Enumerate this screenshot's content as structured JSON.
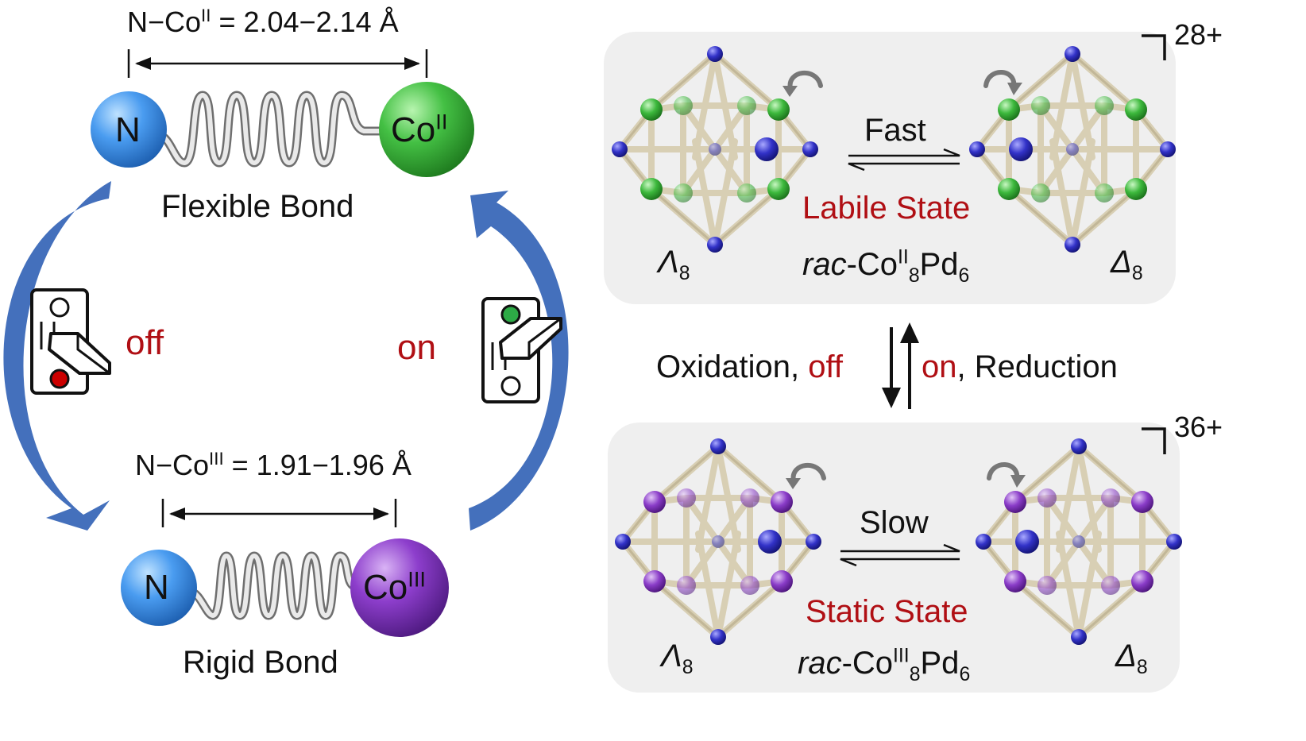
{
  "bond_top": {
    "distance_label": "N−Co",
    "distance_ox": "II",
    "distance_value": " = 2.04−2.14 Å",
    "atom_left": "N",
    "atom_right": "Co",
    "atom_right_ox": "II",
    "caption": "Flexible Bond",
    "colors": {
      "n": "#3d8fe0",
      "co": "#3cb83c"
    }
  },
  "bond_bottom": {
    "distance_label": "N−Co",
    "distance_ox": "III",
    "distance_value": " = 1.91−1.96 Å",
    "atom_left": "N",
    "atom_right": "Co",
    "atom_right_ox": "III",
    "caption": "Rigid Bond",
    "colors": {
      "n": "#3d8fe0",
      "co": "#8a3cc8"
    }
  },
  "switches": {
    "off_label": "off",
    "on_label": "on"
  },
  "panel_top": {
    "charge": "28+",
    "rate_label": "Fast",
    "state_label": "Labile State",
    "left_isomer": "Λ",
    "left_isomer_sub": "8",
    "right_isomer": "Δ",
    "right_isomer_sub": "8",
    "formula_prefix": "rac",
    "formula_metal": "-Co",
    "formula_ox": "II",
    "formula_metal_sub": "8",
    "formula_pd": "Pd",
    "formula_pd_sub": "6",
    "node_color": "#3cb83c"
  },
  "panel_bottom": {
    "charge": "36+",
    "rate_label": "Slow",
    "state_label": "Static State",
    "left_isomer": "Λ",
    "left_isomer_sub": "8",
    "right_isomer": "Δ",
    "right_isomer_sub": "8",
    "formula_prefix": "rac",
    "formula_metal": "-Co",
    "formula_ox": "III",
    "formula_metal_sub": "8",
    "formula_pd": "Pd",
    "formula_pd_sub": "6",
    "node_color": "#8a3cc8"
  },
  "redox": {
    "oxidation": "Oxidation, ",
    "off": "off",
    "on": "on",
    "reduction": ", Reduction"
  },
  "colors": {
    "accent_red": "#b00f14",
    "arrow_blue": "#3a68b8",
    "panel_bg": "#efefef"
  }
}
